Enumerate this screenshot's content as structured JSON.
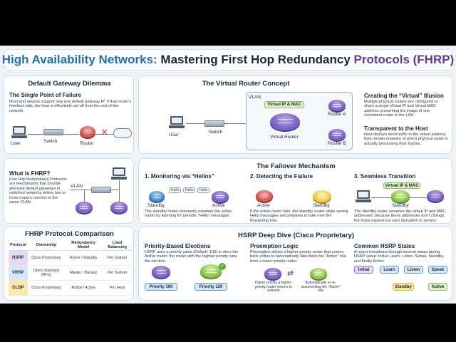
{
  "title": {
    "part1": "High Availability Networks:",
    "part2": " Mastering First Hop Redundancy ",
    "part3": "Protocols (FHRP)"
  },
  "dilemma": {
    "heading": "Default Gateway Dilemma",
    "sub": "The Single Point of Failure",
    "text": "Most end devices support only one default gateway IP; if that router's interface fails, the host is effectively cut off from the rest of the network.",
    "labels": {
      "user": "User",
      "switch": "Switch",
      "router": "Router"
    }
  },
  "virtual_router": {
    "heading": "The Virtual Router Concept",
    "vlan": "VLAN",
    "vip_chip": "Virtual IP & MAC",
    "labels": {
      "user": "User",
      "switch": "Switch",
      "virtual": "Virtual Router",
      "ra": "Router A",
      "rb": "Router B"
    },
    "illusion_title": "Creating the “Virtual” Illusion",
    "illusion_text": "Multiple physical routers are configured to share a single Virtual IP and Virtual MAC address, presenting the image of one consistent router to the LAN.",
    "transparent_title": "Transparent to the Host",
    "transparent_text": "Host devices send traffic to the virtual address; they remain unaware of which physical router is actually processing their frames."
  },
  "what_is": {
    "heading": "What is FHRP?",
    "text": "First Hop Redundancy Protocols are mechanisms that provide alternate default gateways in switched networks where two or more routers connect to the same VLAN.",
    "vlan": "VLAN"
  },
  "failover": {
    "heading": "The Failover Mechanism",
    "s1_title": "1. Monitoring via “Hellos”",
    "s1_hello": "Hello",
    "s1_standby": "Standby",
    "s1_active": "Active",
    "s1_text": "The standby router constantly monitors the active router by listening for periodic “Hello” messages.",
    "s2_title": "2. Detecting the Failure",
    "s2_active": "Active",
    "s2_standby": "Standby",
    "s2_text": "If the active router fails, the standby router stops seeing Hello messages and prepares to take over the forwarding role.",
    "s3_title": "3. Seamless Transition",
    "s3_chip": "Virtual IP & MAC",
    "s3_standby": "Standby",
    "s3_text": "The standby router assumes the virtual IP and MAC addresses; because these addresses don't change, the hosts experience zero disruption in service."
  },
  "comparison": {
    "heading": "FHRP Protocol Comparison",
    "columns": [
      "Protocol",
      "Ownership",
      "Redundancy Model",
      "Load Balancing"
    ],
    "rows": [
      [
        "HSRP",
        "Cisco Proprietary",
        "Active / Standby",
        "Per Subnet"
      ],
      [
        "VRRP",
        "Open Standard (RFC)",
        "Master / Backup",
        "Per Subnet"
      ],
      [
        "GLBP",
        "Cisco Proprietary",
        "Active / Active",
        "Per Host"
      ]
    ]
  },
  "hsrp": {
    "heading": "HSRP Deep Dive (Cisco Proprietary)",
    "prio_title": "Priority-Based Elections",
    "prio_text": "HSRP uses a priority value (Default: 100) to elect the Active router; the router with the highest priority wins the election.",
    "prio_100": "Priority 100",
    "prio_150": "Priority 150",
    "pre_title": "Preemption Logic",
    "pre_text": "Preemption allows a higher-priority router that comes back online to automatically take back the “Active” role from a lower-priority router.",
    "pre_cap1": "Higher priority a higher-priority router returns to network",
    "pre_cap2": "Automatically re re-assumenting the “Active” role",
    "states_title": "Common HSRP States",
    "states_text": "A router transitions through several states during HSRP setup: Initial, Learn, Listen, Speak, Standby, and finally Active.",
    "states": [
      "Initial",
      "Learn",
      "Listen",
      "Speak",
      "Standby",
      "Active"
    ]
  }
}
